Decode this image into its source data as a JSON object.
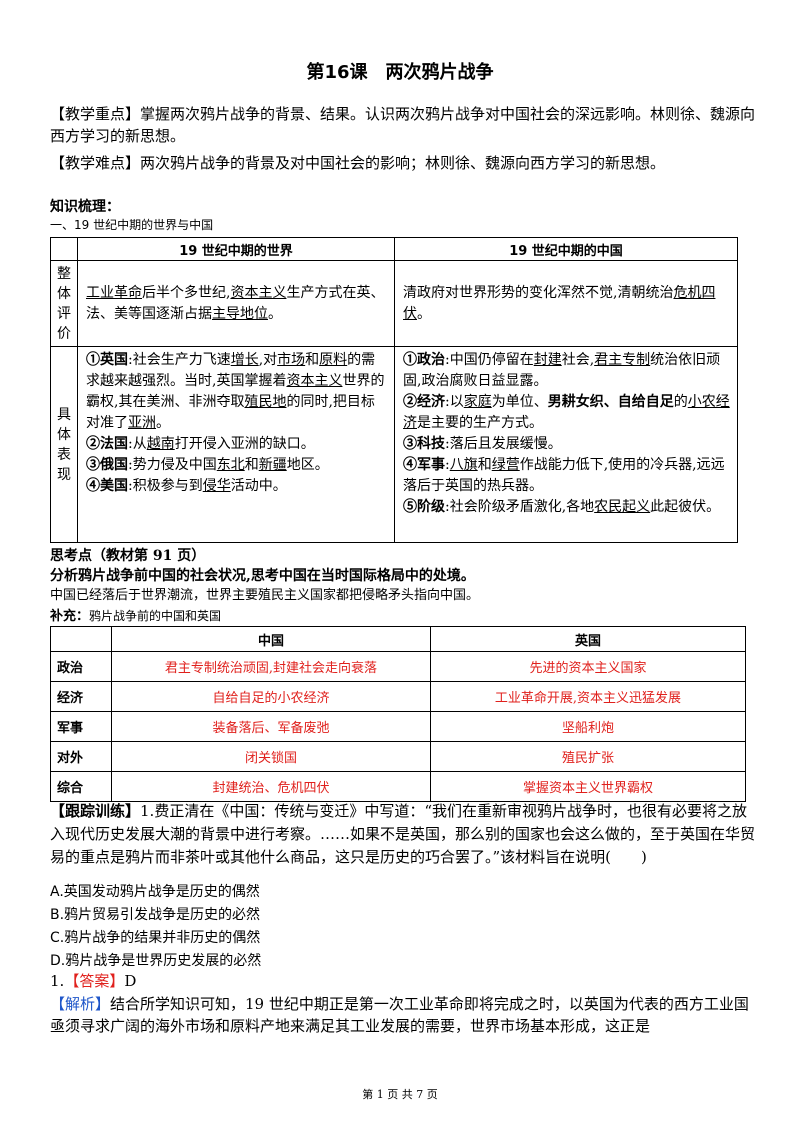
{
  "title": "第16课　两次鸦片战争",
  "focus": {
    "label": "【教学重点】",
    "text": "掌握两次鸦片战争的背景、结果。认识两次鸦片战争对中国社会的深远影响。林则徐、魏源向西方学习的新思想。"
  },
  "difficulty": {
    "label": "【教学难点】",
    "text": "两次鸦片战争的背景及对中国社会的影响；林则徐、魏源向西方学习的新思想。"
  },
  "knowledge": {
    "heading": "知识梳理：",
    "section1": "一、19 世纪中期的世界与中国",
    "table": {
      "col_world": "19 世纪中期的世界",
      "col_china": "19 世纪中期的中国",
      "row1_label": "整体评价",
      "row1_world": {
        "a": "工业革命",
        "b": "后半个多世纪,",
        "c": "资本主义",
        "d": "生产方式在英、法、美等国逐渐占据",
        "e": "主导地位",
        "f": "。"
      },
      "row1_china": {
        "a": "清政府对世界形势的变化浑然不觉,清朝统治",
        "b": "危机四伏",
        "c": "。"
      },
      "row2_label": "具体表现",
      "world_uk": {
        "k": "①英国",
        "a": ":社会生产力飞速",
        "b": "增长",
        "c": ",对",
        "d": "市场",
        "e": "和",
        "f": "原料",
        "g": "的需求越来越强烈。当时,英国掌握着",
        "h": "资本主义",
        "i": "世界的霸权,其在美洲、非洲夺取",
        "j": "殖民地",
        "l": "的同时,把目标对准了",
        "m": "亚洲",
        "n": "。"
      },
      "world_fr": {
        "k": "②法国",
        "a": ":从",
        "b": "越南",
        "c": "打开侵入亚洲的缺口。"
      },
      "world_ru": {
        "k": "③俄国",
        "a": ":势力侵及中国",
        "b": "东北",
        "c": "和",
        "d": "新疆",
        "e": "地区。"
      },
      "world_us": {
        "k": "④美国",
        "a": ":积极参与到",
        "b": "侵华",
        "c": "活动中。"
      },
      "china_pol": {
        "k": "①政治",
        "a": ":中国仍停留在",
        "b": "封建",
        "c": "社会,",
        "d": "君主专制",
        "e": "统治依旧顽固,政治腐败日益显露。"
      },
      "china_eco": {
        "k": "②经济",
        "a": ":以",
        "b": "家庭",
        "c": "为单位、",
        "d": "男耕女织、自给自足",
        "e": "的",
        "f": "小农经济",
        "g": "是主要的生产方式。"
      },
      "china_tech": {
        "k": "③科技",
        "a": ":落后且发展缓慢。"
      },
      "china_mil": {
        "k": "④军事",
        "a": ":",
        "b": "八旗",
        "c": "和",
        "d": "绿营",
        "e": "作战能力低下,使用的冷兵器,远远落后于英国的热兵器。"
      },
      "china_cls": {
        "k": "⑤阶级",
        "a": ":社会阶级矛盾激化,各地",
        "b": "农民起义",
        "c": "此起彼伏。"
      }
    }
  },
  "think": {
    "heading": "思考点（教材第 91 页）",
    "question": "分析鸦片战争前中国的社会状况,思考中国在当时国际格局中的处境。",
    "answer": "中国已经落后于世界潮流，世界主要殖民主义国家都把侵略矛头指向中国。"
  },
  "supplement": {
    "label": "补充：",
    "text": "鸦片战争前的中国和英国",
    "col_china": "中国",
    "col_uk": "英国",
    "rows": [
      {
        "label": "政治",
        "china": "君主专制统治顽固,封建社会走向衰落",
        "uk": "先进的资本主义国家"
      },
      {
        "label": "经济",
        "china": "自给自足的小农经济",
        "uk": "工业革命开展,资本主义迅猛发展"
      },
      {
        "label": "军事",
        "china": "装备落后、军备废弛",
        "uk": "坚船利炮"
      },
      {
        "label": "对外",
        "china": "闭关锁国",
        "uk": "殖民扩张"
      },
      {
        "label": "综合",
        "china": "封建统治、危机四伏",
        "uk": "掌握资本主义世界霸权"
      }
    ]
  },
  "training": {
    "label": "【跟踪训练】",
    "question": "1.费正清在《中国：传统与变迁》中写道：“我们在重新审视鸦片战争时，也很有必要将之放入现代历史发展大潮的背景中进行考察。……如果不是英国，那么别的国家也会这么做的，至于英国在华贸易的重点是鸦片而非茶叶或其他什么商品，这只是历史的巧合罢了。”该材料旨在说明(　　)",
    "options": [
      "A.英国发动鸦片战争是历史的偶然",
      "B.鸦片贸易引发战争是历史的必然",
      "C.鸦片战争的结果并非历史的偶然",
      "D.鸦片战争是世界历史发展的必然"
    ],
    "answer_num": "1.",
    "answer_label": "【答案】",
    "answer": "D",
    "analysis_label": "【解析】",
    "analysis": "结合所学知识可知，19 世纪中期正是第一次工业革命即将完成之时，以英国为代表的西方工业国亟须寻求广阔的海外市场和原料产地来满足其工业发展的需要，世界市场基本形成，这正是"
  },
  "footer": "第 1 页 共 7 页"
}
